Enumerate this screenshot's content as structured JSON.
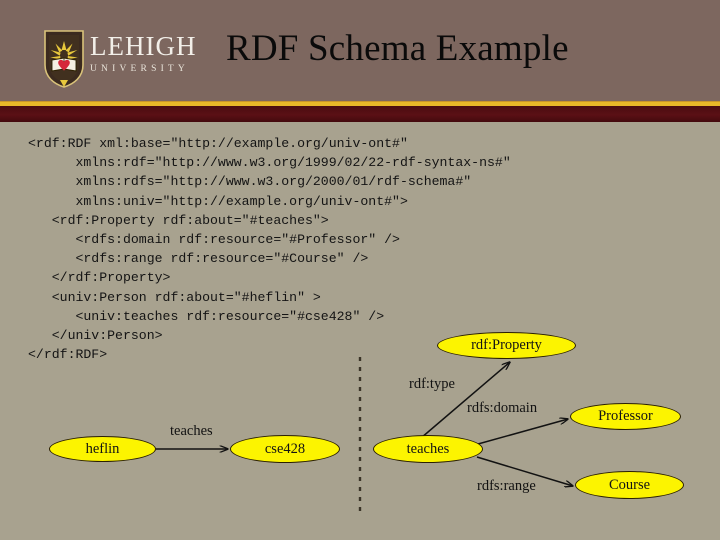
{
  "slide": {
    "title": "RDF Schema Example",
    "background_color": "#a8a28f"
  },
  "header": {
    "band_color": "#7d675f",
    "gold_rule_color": "#e8b829",
    "maroon_rule_color": "#4e0d11",
    "logo": {
      "icon": "lehigh-shield-icon",
      "wordmark_primary": "LEHIGH",
      "wordmark_secondary": "UNIVERSITY"
    }
  },
  "code": {
    "language": "xml",
    "lines": [
      "<rdf:RDF xml:base=\"http://example.org/univ-ont#\"",
      "      xmlns:rdf=\"http://www.w3.org/1999/02/22-rdf-syntax-ns#\"",
      "      xmlns:rdfs=\"http://www.w3.org/2000/01/rdf-schema#\"",
      "      xmlns:univ=\"http://example.org/univ-ont#\">",
      "   <rdf:Property rdf:about=\"#teaches\">",
      "      <rdfs:domain rdf:resource=\"#Professor\" />",
      "      <rdfs:range rdf:resource=\"#Course\" />",
      "   </rdf:Property>",
      "   <univ:Person rdf:about=\"#heflin\" >",
      "      <univ:teaches rdf:resource=\"#cse428\" />",
      "   </univ:Person>",
      "</rdf:RDF>"
    ]
  },
  "diagram": {
    "node_fill_color": "#fcf400",
    "node_stroke_color": "#2b2000",
    "divider": "vertical-dashed-divider",
    "left_graph": {
      "nodes": [
        {
          "id": "heflin",
          "label": "heflin"
        },
        {
          "id": "cse428",
          "label": "cse428"
        }
      ],
      "edges": [
        {
          "from": "heflin",
          "to": "cse428",
          "label": "teaches"
        }
      ]
    },
    "right_graph": {
      "nodes": [
        {
          "id": "teaches",
          "label": "teaches"
        },
        {
          "id": "rdfProperty",
          "label": "rdf:Property"
        },
        {
          "id": "professor",
          "label": "Professor"
        },
        {
          "id": "course",
          "label": "Course"
        }
      ],
      "edges": [
        {
          "from": "teaches",
          "to": "rdfProperty",
          "label": "rdf:type"
        },
        {
          "from": "teaches",
          "to": "professor",
          "label": "rdfs:domain"
        },
        {
          "from": "teaches",
          "to": "course",
          "label": "rdfs:range"
        }
      ]
    }
  }
}
